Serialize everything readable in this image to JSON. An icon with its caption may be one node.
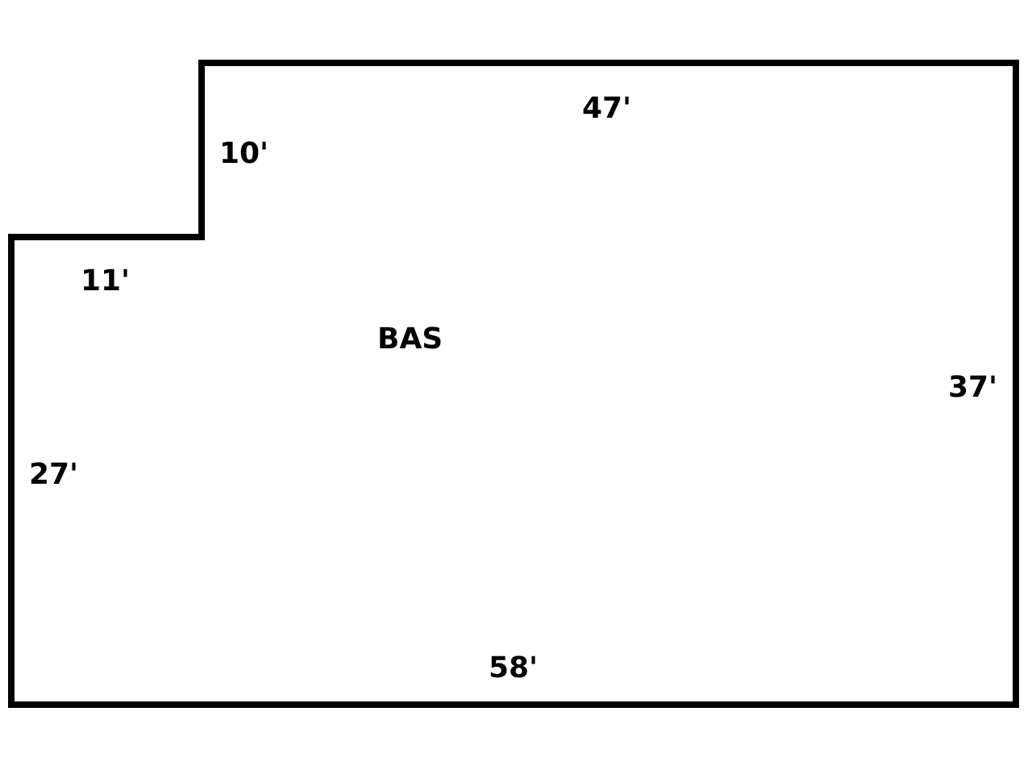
{
  "diagram": {
    "nodes": [
      {
        "text": [
          "BAS"
        ]
      }
    ],
    "labels": [
      "47'",
      "10'",
      "11'",
      "37'",
      "27'",
      "58'"
    ]
  }
}
